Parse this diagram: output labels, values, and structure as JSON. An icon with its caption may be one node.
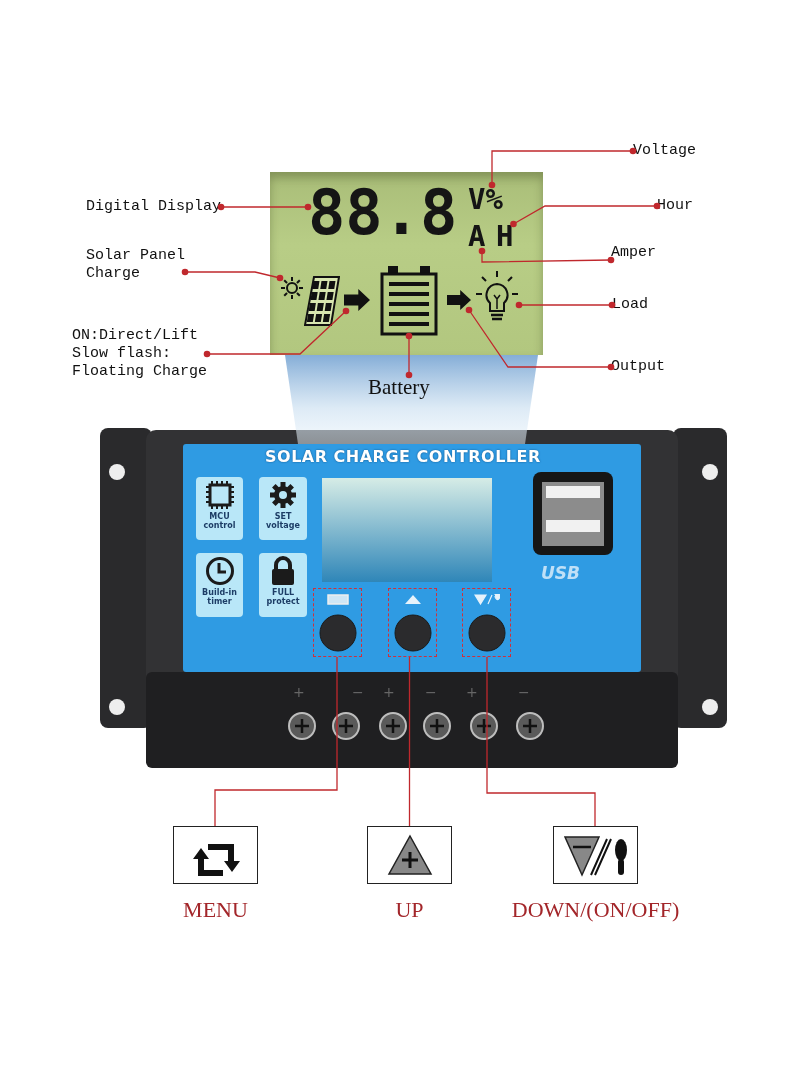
{
  "diagram": {
    "nodes": [
      {
        "text": [],
        "shape": "box"
      },
      {
        "text": [
          "88.8"
        ],
        "in": 0
      },
      {
        "text": [
          "V%"
        ],
        "in": 0
      },
      {
        "text": [
          "A"
        ],
        "in": 0
      },
      {
        "text": [
          "H"
        ],
        "in": 0
      },
      {
        "text": [],
        "shape": "picture",
        "in": 0
      },
      {
        "text": [],
        "shape": "picture",
        "in": 0
      },
      {
        "text": [],
        "shape": "picture",
        "in": 0
      },
      {
        "text": [],
        "shape": "picture",
        "in": 0
      },
      {
        "text": [],
        "shape": "picture",
        "in": 0
      },
      {
        "text": [],
        "shape": "picture",
        "in": 0
      },
      {
        "text": [
          "Voltage"
        ]
      },
      {
        "text": [
          "Digital Display"
        ]
      },
      {
        "text": [
          "Hour"
        ]
      },
      {
        "text": [
          "Solar Panel Charge"
        ]
      },
      {
        "text": [
          "Amper"
        ]
      },
      {
        "text": [
          "Load"
        ]
      },
      {
        "text": [
          "ON:Direct/Lift Slow flash: Floating Charge"
        ]
      },
      {
        "text": [
          "Output"
        ]
      },
      {
        "text": [
          "Battery"
        ]
      },
      {
        "text": [
          "MCU control"
        ]
      },
      {
        "text": [
          "SET voltage"
        ]
      },
      {
        "text": [
          "Build-in timer"
        ]
      },
      {
        "text": [
          "FULL protect"
        ]
      },
      {
        "text": [],
        "shape": "box"
      },
      {
        "text": [],
        "shape": "box"
      },
      {
        "text": [],
        "shape": "box"
      },
      {
        "text": [
          "MENU"
        ]
      },
      {
        "text": [
          "UP"
        ]
      },
      {
        "text": [
          "DOWN/(ON/OFF)"
        ]
      }
    ],
    "edges": [
      {
        "from": 11,
        "to": 2,
        "arrow": "other"
      },
      {
        "from": 12,
        "to": 1,
        "arrow": "other"
      },
      {
        "from": 13,
        "to": 4,
        "arrow": "other"
      },
      {
        "from": 14,
        "to": 5,
        "arrow": "other"
      },
      {
        "from": 15,
        "to": 3,
        "arrow": "other"
      },
      {
        "from": 16,
        "to": 10,
        "arrow": "other"
      },
      {
        "from": 17,
        "to": 7,
        "arrow": "other"
      },
      {
        "from": 18,
        "to": 9,
        "arrow": "other"
      },
      {
        "from": 19,
        "to": 8,
        "arrow": "other"
      },
      {
        "from": 24,
        "to": 27,
        "arrow": "none"
      },
      {
        "from": 25,
        "to": 28,
        "arrow": "none"
      },
      {
        "from": 26,
        "to": 29,
        "arrow": "none"
      }
    ],
    "labels": [
      "SOLAR CHARGE CONTROLLER",
      "USB",
      "+",
      "−",
      "+",
      "−",
      "+",
      "−"
    ]
  }
}
